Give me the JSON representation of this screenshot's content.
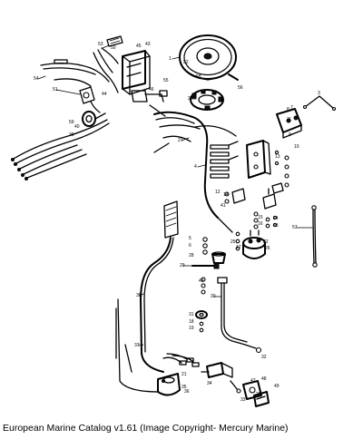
{
  "caption": "European Marine Catalog v1.61 (Image Copyright- Mercury Marine)",
  "callouts": {
    "c1": "1",
    "c2": "2",
    "c3": "3",
    "c4": "4",
    "c5": "5",
    "c6": "6",
    "c7": "7",
    "c8": "8",
    "c9": "9",
    "c10": "10",
    "c11": "11",
    "c12": "12",
    "c13": "13",
    "c14": "14",
    "c15": "15",
    "c16": "16",
    "c17": "17",
    "c18": "18",
    "c19": "19",
    "c20": "20",
    "c21": "21",
    "c22": "22",
    "c23": "23",
    "c24": "24",
    "c25": "25",
    "c26": "26",
    "c27": "27",
    "c28": "28",
    "c29": "29",
    "c30": "30",
    "c31": "31",
    "c32": "32",
    "c33": "33",
    "c34": "34",
    "c35": "35",
    "c36": "36",
    "c37": "37",
    "c38": "38",
    "c39": "39",
    "c40": "40",
    "c41": "41",
    "c42": "42",
    "c43": "43",
    "c44": "44",
    "c45": "45",
    "c46": "46",
    "c47": "47",
    "c48": "48",
    "c49": "49",
    "c50": "50",
    "c51": "51",
    "c52": "52",
    "c53": "53",
    "c54": "54",
    "c55": "55",
    "c56": "56",
    "c57": "57",
    "c58": "58",
    "c59": "59"
  }
}
